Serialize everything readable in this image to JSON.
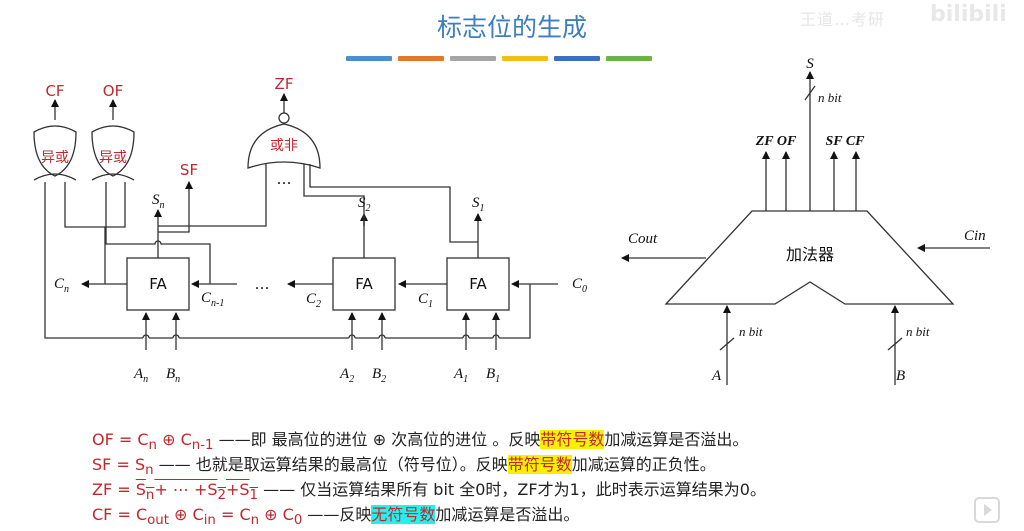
{
  "title": "标志位的生成",
  "watermark": "王道…考研",
  "brand": "bilibili",
  "title_bar_colors": [
    "#4a8fd0",
    "#e3782c",
    "#a6a6a6",
    "#f1be1a",
    "#3f6fc4",
    "#6bb349"
  ],
  "left_circuit": {
    "outputs": {
      "cf": "CF",
      "of": "OF",
      "zf": "ZF",
      "sf": "SF"
    },
    "gate_xor_1": "异或",
    "gate_xor_2": "异或",
    "gate_nor": "或非",
    "ellipsis": "…",
    "fa_label": "FA",
    "sums": {
      "sn_base": "S",
      "sn_sub": "n",
      "s2_base": "S",
      "s2_sub": "2",
      "s1_base": "S",
      "s1_sub": "1"
    },
    "carries": {
      "cn_base": "C",
      "cn_sub": "n",
      "cn1_base": "C",
      "cn1_sub": "n-1",
      "c2_base": "C",
      "c2_sub": "2",
      "c1_base": "C",
      "c1_sub": "1",
      "c0_base": "C",
      "c0_sub": "0"
    },
    "inputs": {
      "an_base": "A",
      "an_sub": "n",
      "bn_base": "B",
      "bn_sub": "n",
      "a2_base": "A",
      "a2_sub": "2",
      "b2_base": "B",
      "b2_sub": "2",
      "a1_base": "A",
      "a1_sub": "1",
      "b1_base": "B",
      "b1_sub": "1"
    }
  },
  "right_adder": {
    "label": "加法器",
    "s": "S",
    "nbit_top": "n bit",
    "flags": "ZF OF",
    "flags2": "SF CF",
    "cout": "Cout",
    "cin": "Cin",
    "nbit_a": "n bit",
    "nbit_b": "n bit",
    "a": "A",
    "b": "B"
  },
  "formulas": {
    "of": {
      "lhs": "OF = C",
      "sub1": "n",
      "op": " ⊕ C",
      "sub2": "n-1",
      "desc": " ——即 最高位的进位 ⊕ 次高位的进位 。反映",
      "hl": "带符号数",
      "tail": "加减运算是否溢出。"
    },
    "sf": {
      "lhs": "SF = S",
      "sub1": "n",
      "desc": " —— 也就是取运算结果的最高位（符号位）。反映",
      "hl": "带符号数",
      "tail": "加减运算的正负性。"
    },
    "zf": {
      "lhs": "ZF = ",
      "expr_a": "S",
      "sub_a": "n",
      "expr_b": "+ ⋯ +S",
      "sub_b": "2",
      "expr_c": "+S",
      "sub_c": "1",
      "desc": " —— 仅当运算结果所有 bit 全0时，ZF才为1，此时表示运算结果为0。"
    },
    "cf": {
      "lhs": "CF = C",
      "sub1": "out",
      "op1": " ⊕ C",
      "sub2": "in",
      "op2": " = C",
      "sub3": "n",
      "op3": " ⊕ C",
      "sub4": "0",
      "desc": " ——反映",
      "hl": "无符号数",
      "tail": "加减运算是否溢出。"
    }
  }
}
